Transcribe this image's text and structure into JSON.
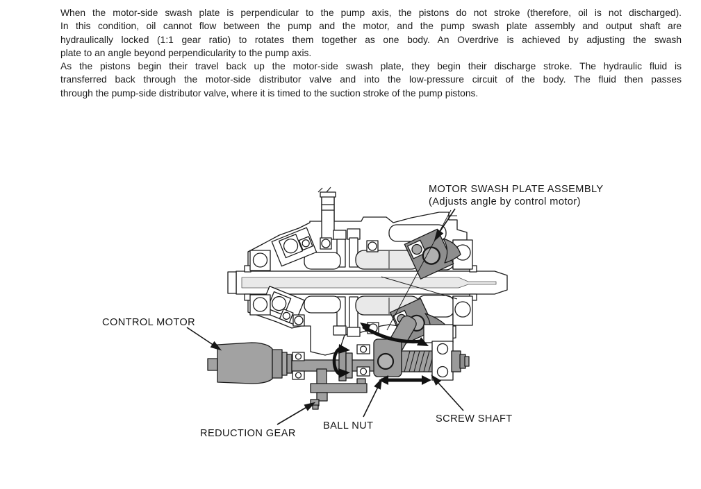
{
  "page": {
    "background": "#ffffff"
  },
  "paragraphs": {
    "para1": {
      "lines": [
        "When the motor-side swash plate is perpendicular to the pump axis, the pistons do not stroke (therefore, oil is not discharged).",
        "In this condition, oil cannot flow between the pump and the motor, and the pump swash plate assembly and output shaft are",
        "hydraulically locked (1:1 gear ratio) to rotates them together as one body. An Overdrive is achieved by adjusting the swash",
        "plate to an angle beyond perpendicularity to the pump axis."
      ]
    },
    "para2": {
      "lines": [
        "As the pistons begin their travel back up the motor-side swash plate, they begin their discharge stroke. The hydraulic fluid is",
        "transferred back through the motor-side distributor valve and into the low-pressure circuit of the body. The fluid then passes",
        "through the pump-side distributor valve, where it is timed to the suction stroke of the pump pistons."
      ]
    }
  },
  "diagram": {
    "labels": {
      "motor_swash_plate_line1": "MOTOR SWASH PLATE ASSEMBLY",
      "motor_swash_plate_line2": "(Adjusts angle by control motor)",
      "control_motor": "CONTROL MOTOR",
      "reduction_gear": "REDUCTION GEAR",
      "ball_nut": "BALL NUT",
      "screw_shaft": "SCREW SHAFT"
    },
    "colors": {
      "outline_black": "#1a1a1a",
      "part_gray": "#a2a2a2",
      "swash_dark_gray": "#8e8e8e",
      "bore_light_gray": "#e9e9e9",
      "arrow_black": "#111111"
    }
  }
}
